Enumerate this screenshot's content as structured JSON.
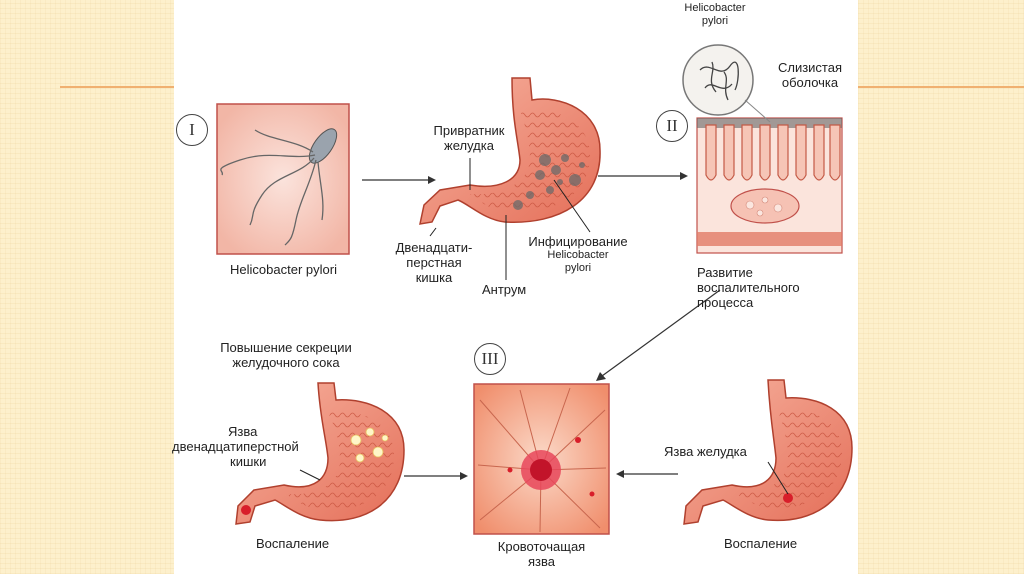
{
  "stages": {
    "stage1": "I",
    "stage2": "II",
    "stage3": "III"
  },
  "labels": {
    "helicobacter_pylori": "Helicobacter pylori",
    "pylorus_1": "Привратник",
    "pylorus_2": "желудка",
    "duodenum_1": "Двенадцати-",
    "duodenum_2": "перстная",
    "duodenum_3": "кишка",
    "antrum": "Антрум",
    "infection_1": "Инфицирование",
    "infection_2": "Helicobacter",
    "infection_3": "pylori",
    "hp_top_1": "Helicobacter",
    "hp_top_2": "pylori",
    "mucosa_1": "Слизистая",
    "mucosa_2": "оболочка",
    "inflammation_dev_1": "Развитие",
    "inflammation_dev_2": "воспалительного",
    "inflammation_dev_3": "процесса",
    "secretion_1": "Повышение секреции",
    "secretion_2": "желудочного сока",
    "duodenal_ulcer_1": "Язва",
    "duodenal_ulcer_2": "двенадцатиперстной",
    "duodenal_ulcer_3": "кишки",
    "inflammation_left": "Воспаление",
    "bleeding_ulcer_1": "Кровоточащая",
    "bleeding_ulcer_2": "язва",
    "gastric_ulcer": "Язва желудка",
    "inflammation_right": "Воспаление"
  },
  "colors": {
    "background": "#fdf3d6",
    "accent_line": "#f0b070",
    "tissue": "#f3a38f",
    "tissue_dark": "#d9604e",
    "blood": "#d81e2a"
  }
}
